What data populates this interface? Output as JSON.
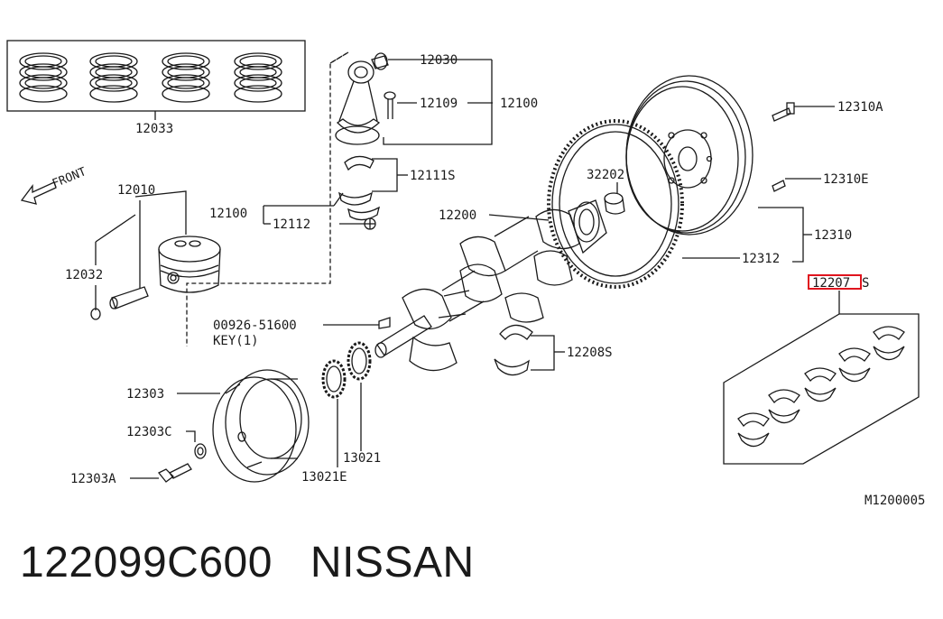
{
  "diagram": {
    "direction_label": "FRONT",
    "ref_code": "M1200005",
    "highlight_color": "#e0141e",
    "highlighted_part": "12207",
    "labels": {
      "p12033": "12033",
      "p12030": "12030",
      "p12109": "12109",
      "p12100a": "12100",
      "p12111s": "12111S",
      "p12100b": "12100",
      "p12112": "12112",
      "p12010": "12010",
      "p12032": "12032",
      "p32202": "32202",
      "p12200": "12200",
      "p12310a": "12310A",
      "p12310e": "12310E",
      "p12310": "12310",
      "p12312": "12312",
      "p12207": "12207",
      "p12207_suffix": "S",
      "p00926": "00926-51600",
      "key": "KEY(1)",
      "p12208s": "12208S",
      "p12303": "12303",
      "p12303c": "12303C",
      "p12303a": "12303A",
      "p13021": "13021",
      "p13021e": "13021E"
    }
  },
  "caption": {
    "part_number": "122099C600",
    "brand": "NISSAN"
  }
}
